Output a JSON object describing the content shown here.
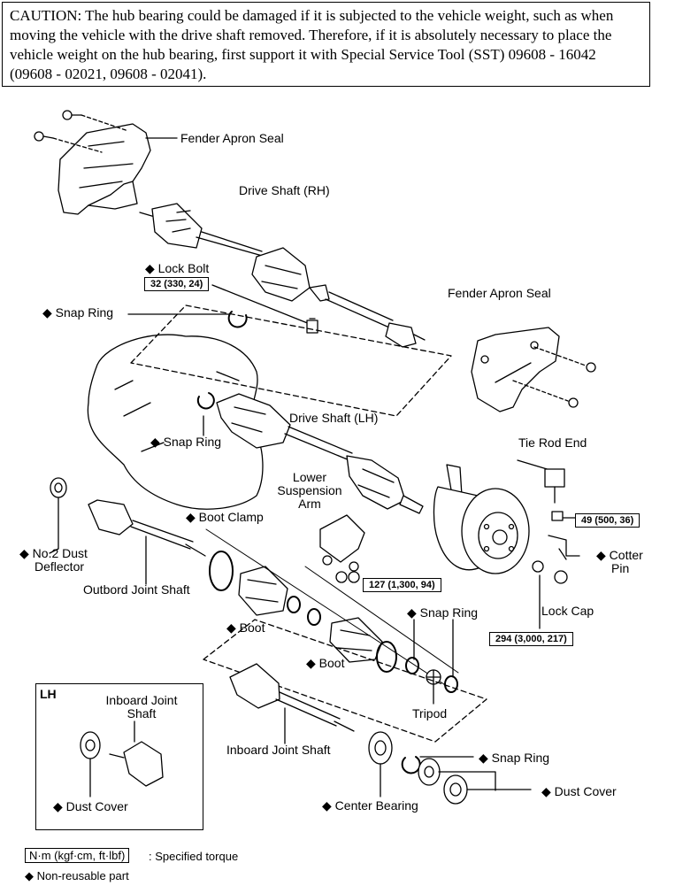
{
  "caution": "CAUTION: The hub bearing could be damaged if it is subjected to the vehicle weight, such as when moving the vehicle with the drive shaft removed. Therefore, if it is absolutely necessary to place the vehicle weight on the hub bearing, first support it with Special Service Tool (SST) 09608 - 16042 (09608 - 02021, 09608 - 02041).",
  "marker": "◆",
  "labels": {
    "fender_apron_seal_top": "Fender Apron Seal",
    "drive_shaft_rh": "Drive Shaft (RH)",
    "lock_bolt": "Lock Bolt",
    "snap_ring_1": "Snap Ring",
    "fender_apron_seal_right": "Fender Apron Seal",
    "snap_ring_2": "Snap Ring",
    "drive_shaft_lh": "Drive Shaft (LH)",
    "tie_rod_end": "Tie Rod End",
    "lower_suspension_arm_1": "Lower",
    "lower_suspension_arm_2": "Suspension",
    "lower_suspension_arm_3": "Arm",
    "boot_clamp": "Boot Clamp",
    "no2_dust_deflector_1": "No.2 Dust",
    "no2_dust_deflector_2": "Deflector",
    "outbord_joint_shaft": "Outbord Joint Shaft",
    "cotter_pin_1": "Cotter",
    "cotter_pin_2": "Pin",
    "lock_cap": "Lock Cap",
    "snap_ring_3": "Snap Ring",
    "boot_1": "Boot",
    "boot_2": "Boot",
    "tripod": "Tripod",
    "lh": "LH",
    "inboard_joint_shaft_lh_1": "Inboard Joint",
    "inboard_joint_shaft_lh_2": "Shaft",
    "dust_cover_lh": "Dust Cover",
    "inboard_joint_shaft": "Inboard Joint Shaft",
    "snap_ring_4": "Snap Ring",
    "dust_cover": "Dust Cover",
    "center_bearing": "Center Bearing"
  },
  "torques": {
    "lock_bolt": "32 (330, 24)",
    "tie_rod": "49 (500, 36)",
    "suspension_arm": "127 (1,300, 94)",
    "hub_nut": "294 (3,000, 217)"
  },
  "legend": {
    "torque_unit": "N·m (kgf·cm, ft·lbf)",
    "torque_text": ": Specified torque",
    "nonreusable_text": "Non-reusable part"
  }
}
